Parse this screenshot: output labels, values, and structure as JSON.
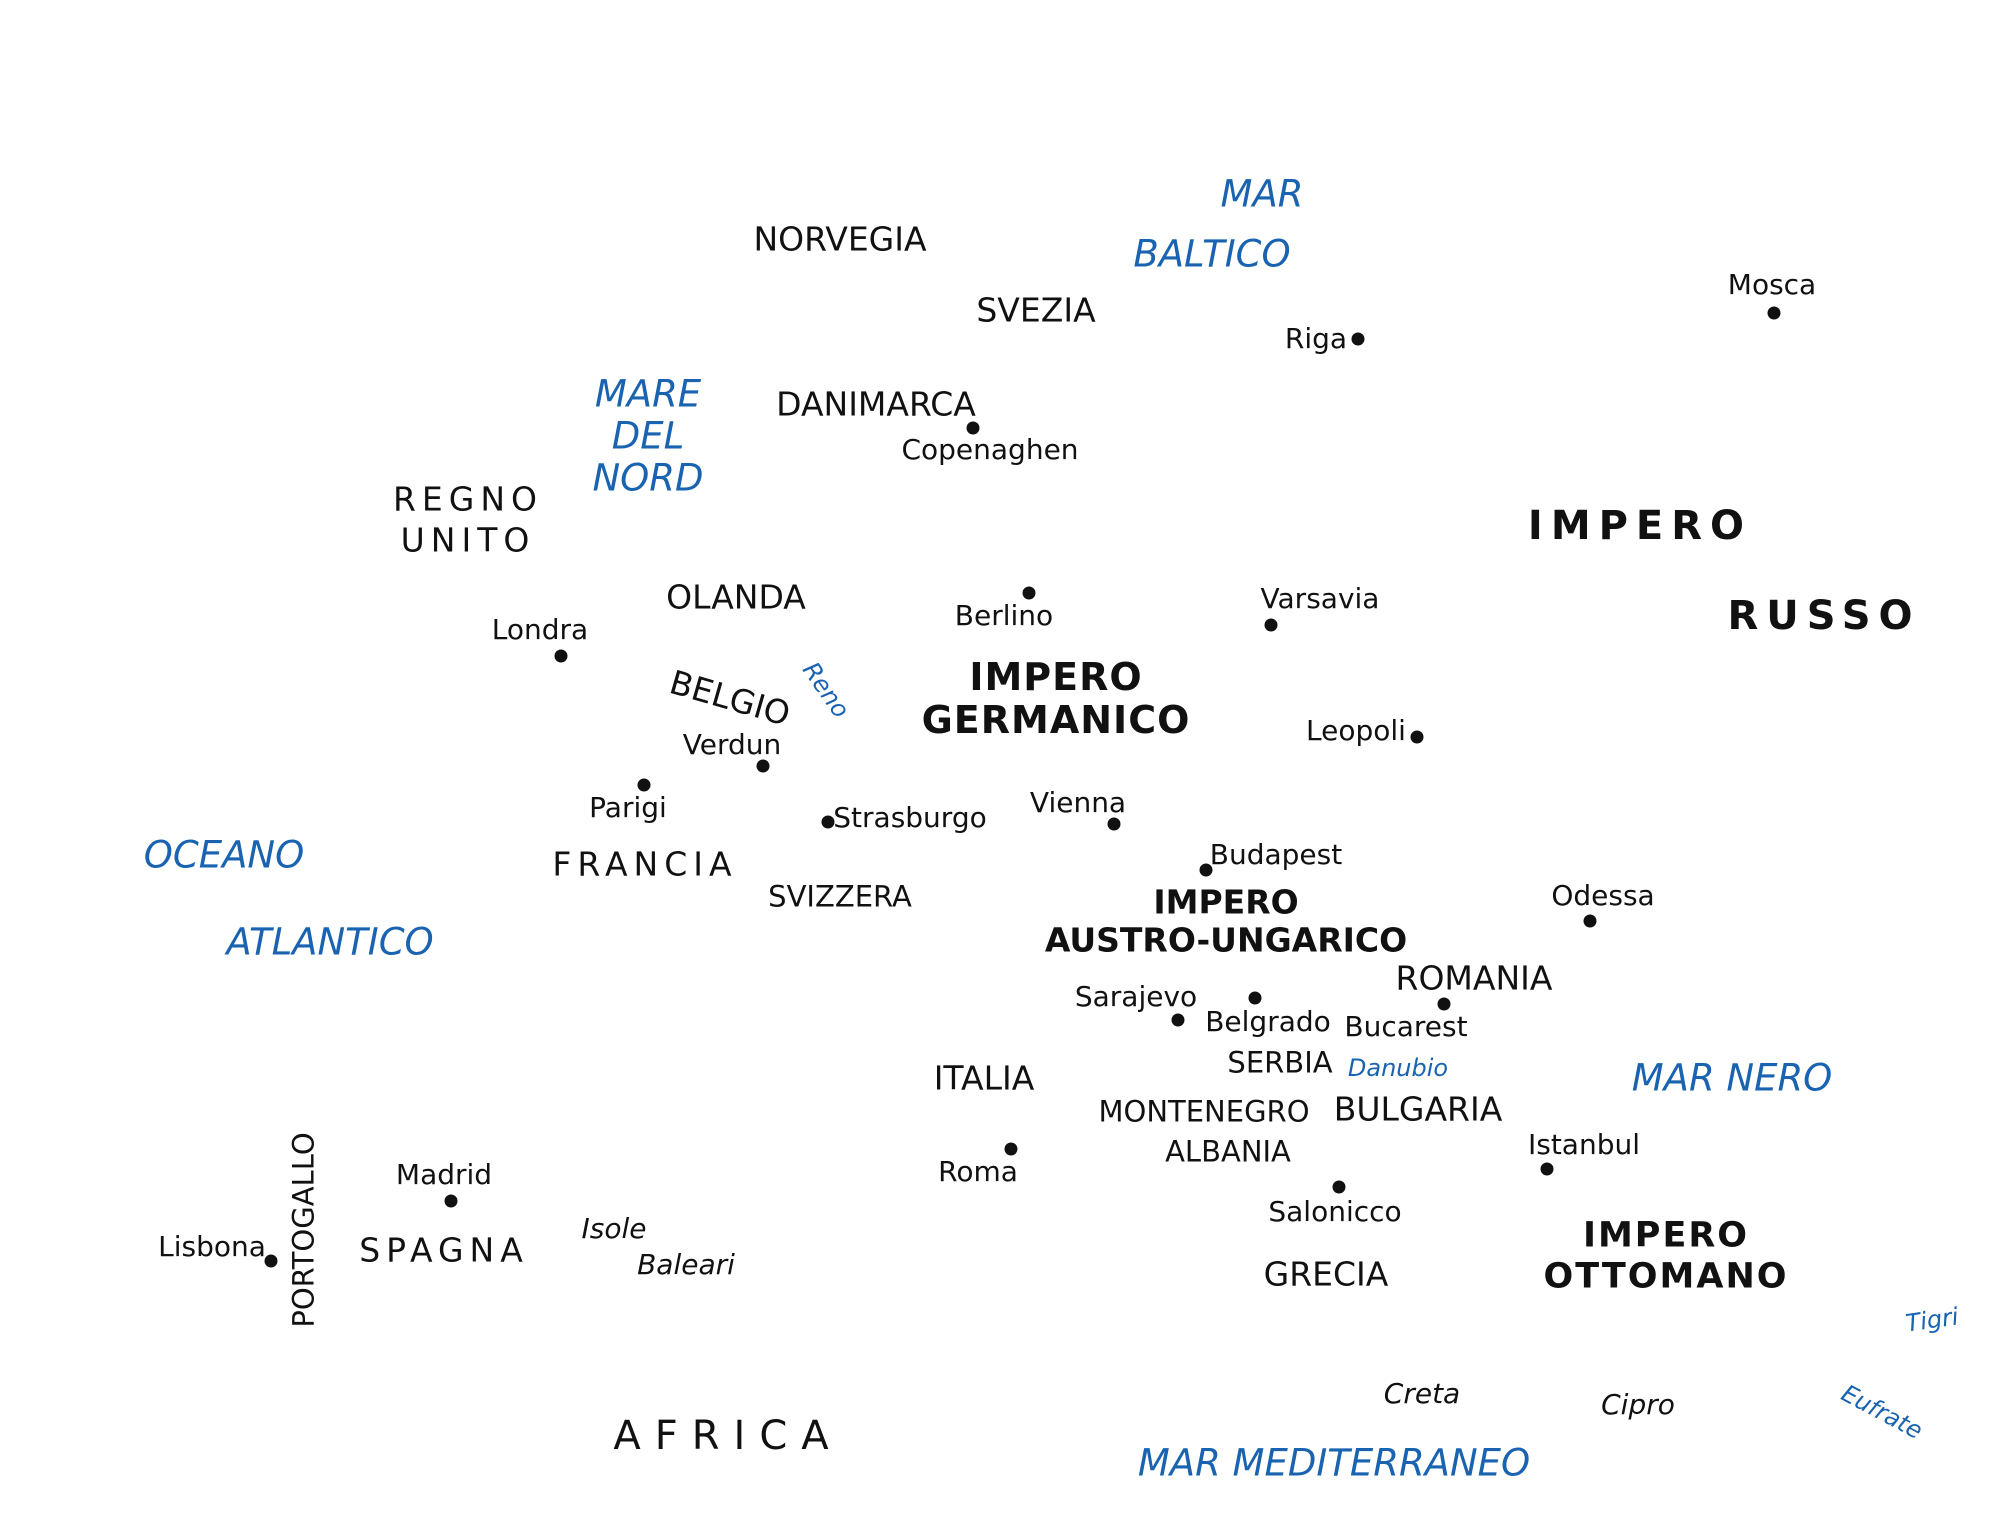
{
  "colors": {
    "sea": "#1a63b0",
    "text": "#111111",
    "background": "#ffffff"
  },
  "seas": {
    "mar_baltico": [
      "MAR",
      "BALTICO"
    ],
    "mare_del_nord": [
      "MARE",
      "DEL",
      "NORD"
    ],
    "oceano_atlantico": [
      "OCEANO",
      "ATLANTICO"
    ],
    "mar_nero": "MAR NERO",
    "mar_mediterraneo": "MAR MEDITERRANEO"
  },
  "rivers": {
    "reno": "Reno",
    "danubio": "Danubio",
    "tigri": "Tigri",
    "eufrate": "Eufrate"
  },
  "countries": {
    "norvegia": "NORVEGIA",
    "svezia": "SVEZIA",
    "danimarca": "DANIMARCA",
    "regno_unito": [
      "REGNO",
      "UNITO"
    ],
    "olanda": "OLANDA",
    "belgio": "BELGIO",
    "francia": "FRANCIA",
    "svizzera": "SVIZZERA",
    "italia": "ITALIA",
    "spagna": "SPAGNA",
    "portogallo": "PORTOGALLO",
    "romania": "ROMANIA",
    "serbia": "SERBIA",
    "bulgaria": "BULGARIA",
    "montenegro": "MONTENEGRO",
    "albania": "ALBANIA",
    "grecia": "GRECIA"
  },
  "empires": {
    "russo": [
      "IMPERO",
      "RUSSO"
    ],
    "germanico": [
      "IMPERO",
      "GERMANICO"
    ],
    "austro_ungarico": [
      "IMPERO",
      "AUSTRO-UNGARICO"
    ],
    "ottomano": [
      "IMPERO",
      "OTTOMANO"
    ]
  },
  "cities": {
    "mosca": "Mosca",
    "riga": "Riga",
    "copenaghen": "Copenaghen",
    "londra": "Londra",
    "berlino": "Berlino",
    "varsavia": "Varsavia",
    "verdun": "Verdun",
    "leopoli": "Leopoli",
    "parigi": "Parigi",
    "strasburgo": "Strasburgo",
    "vienna": "Vienna",
    "budapest": "Budapest",
    "odessa": "Odessa",
    "sarajevo": "Sarajevo",
    "belgrado": "Belgrado",
    "bucarest": "Bucarest",
    "roma": "Roma",
    "madrid": "Madrid",
    "lisbona": "Lisbona",
    "istanbul": "Istanbul",
    "salonicco": "Salonicco"
  },
  "islands": {
    "isole_baleari": [
      "Isole",
      "Baleari"
    ],
    "creta": "Creta",
    "cipro": "Cipro"
  },
  "continents": {
    "africa": "AFRICA"
  }
}
